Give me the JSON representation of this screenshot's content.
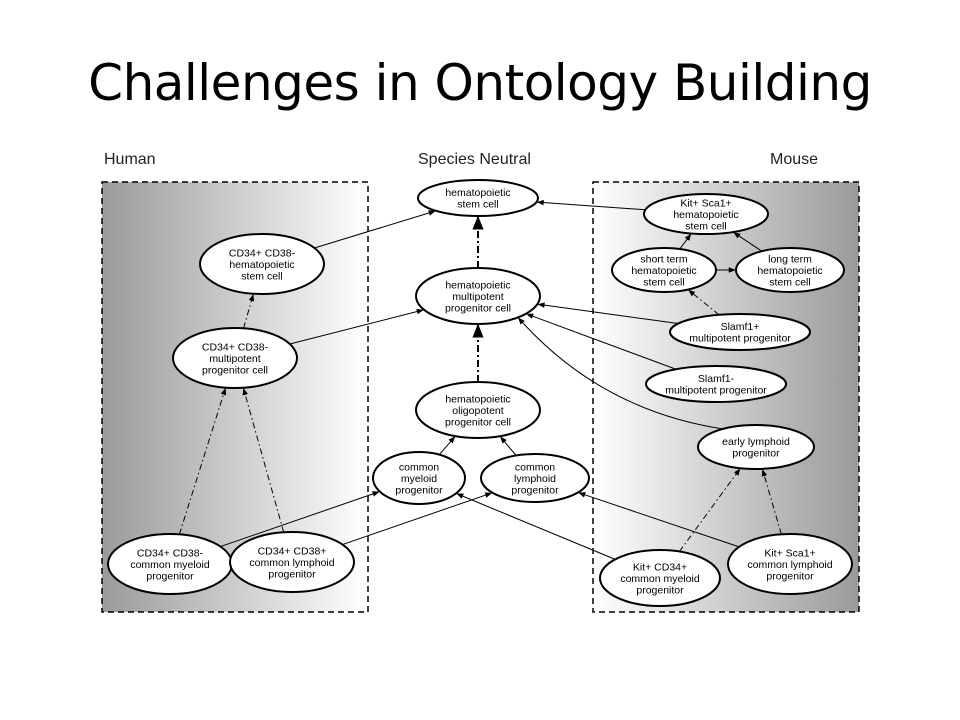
{
  "title": "Challenges in Ontology Building",
  "columns": {
    "human": "Human",
    "neutral": "Species Neutral",
    "mouse": "Mouse"
  },
  "nodes": {
    "hsc": [
      "hematopoietic",
      "stem cell"
    ],
    "mpp": [
      "hematopoietic",
      "multipotent",
      "progenitor cell"
    ],
    "opc": [
      "hematopoietic",
      "oligopotent",
      "progenitor cell"
    ],
    "cmp": [
      "common",
      "myeloid",
      "progenitor"
    ],
    "clp": [
      "common",
      "lymphoid",
      "progenitor"
    ],
    "h_hsc": [
      "CD34+ CD38-",
      "hematopoietic",
      "stem cell"
    ],
    "h_mpp": [
      "CD34+ CD38-",
      "multipotent",
      "progenitor cell"
    ],
    "h_cmp": [
      "CD34+ CD38-",
      "common myeloid",
      "progenitor"
    ],
    "h_clp": [
      "CD34+ CD38+",
      "common lymphoid",
      "progenitor"
    ],
    "m_hsc": [
      "Kit+ Sca1+",
      "hematopoietic",
      "stem cell"
    ],
    "m_st": [
      "short term",
      "hematopoietic",
      "stem cell"
    ],
    "m_lt": [
      "long term",
      "hematopoietic",
      "stem cell"
    ],
    "m_slamf1p": [
      "Slamf1+",
      "multipotent progenitor"
    ],
    "m_slamf1m": [
      "Slamf1-",
      "multipotent progenitor"
    ],
    "m_elp": [
      "early lymphoid",
      "progenitor"
    ],
    "m_cmp": [
      "Kit+ CD34+",
      "common myeloid",
      "progenitor"
    ],
    "m_clp": [
      "Kit+ Sca1+",
      "common lymphoid",
      "progenitor"
    ]
  }
}
